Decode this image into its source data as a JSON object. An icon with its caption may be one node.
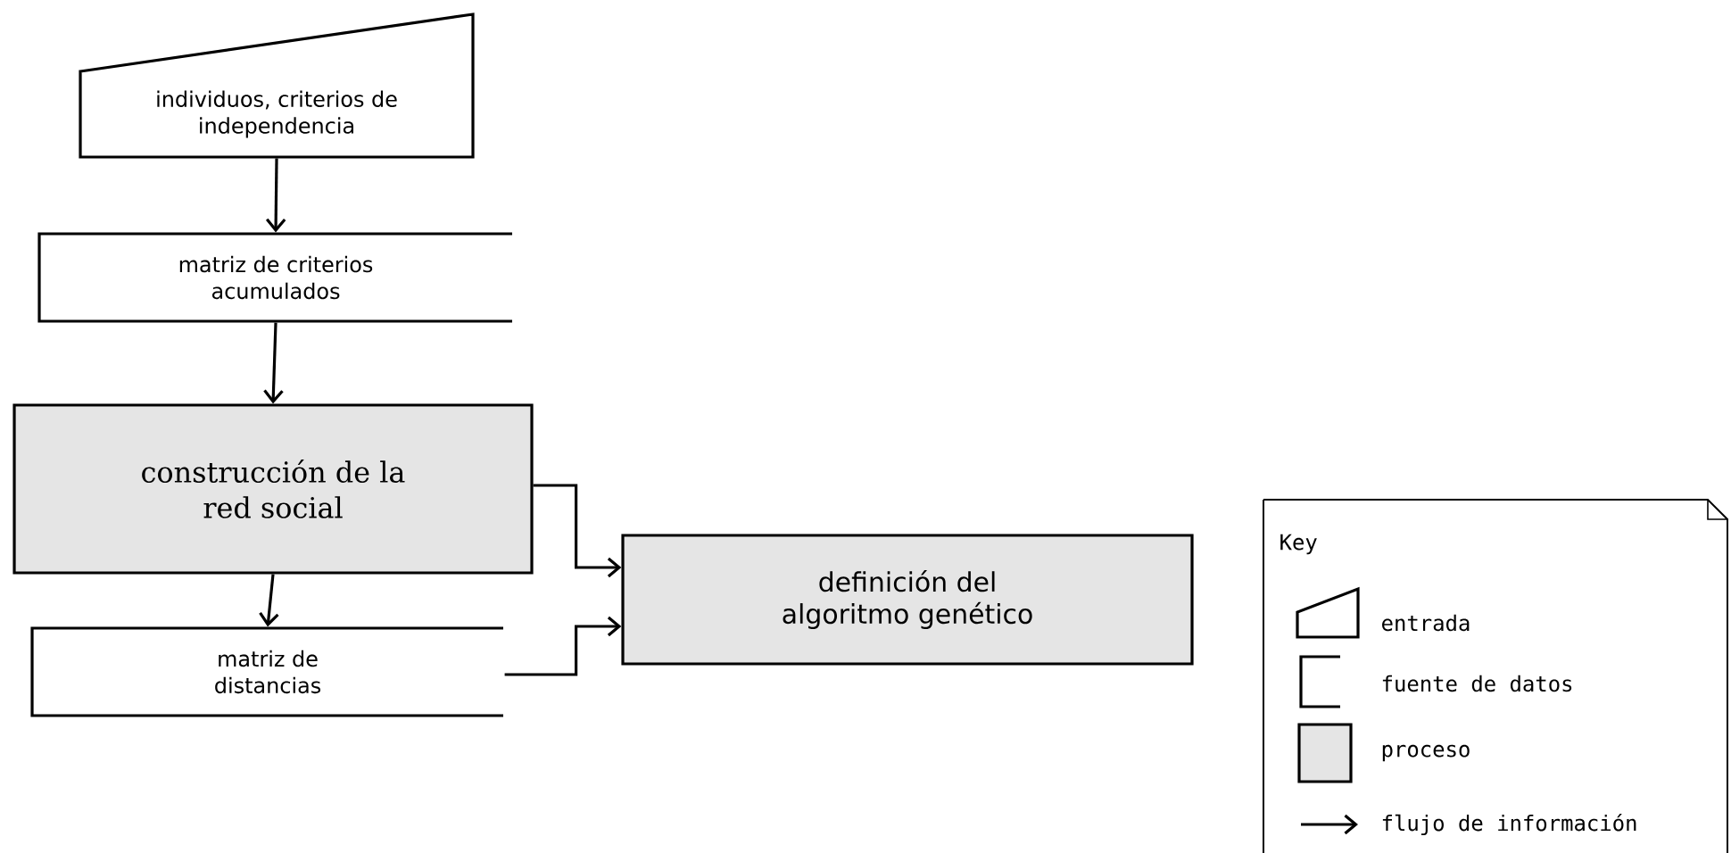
{
  "diagram": {
    "nodes": [
      {
        "text": [
          "individuos, criterios de independencia"
        ]
      },
      {
        "text": [
          "matriz de criterios acumulados"
        ]
      },
      {
        "text": [
          "construcción de la red social"
        ]
      },
      {
        "text": [
          "matriz de distancias"
        ]
      },
      {
        "text": [
          "definición del algoritmo genético"
        ]
      }
    ],
    "edges": [
      {
        "from": 0,
        "to": 1,
        "arrow": "to"
      },
      {
        "from": 1,
        "to": 2,
        "arrow": "to"
      },
      {
        "from": 2,
        "to": 3,
        "arrow": "to"
      },
      {
        "from": 2,
        "to": 4,
        "arrow": "to"
      },
      {
        "from": 3,
        "to": 4,
        "arrow": "to"
      }
    ],
    "labels": [
      "Key"
    ],
    "legend": [
      {
        "text": "entrada"
      },
      {
        "text": "fuente de datos"
      },
      {
        "text": "proceso"
      },
      {
        "text": "flujo de información"
      }
    ]
  }
}
